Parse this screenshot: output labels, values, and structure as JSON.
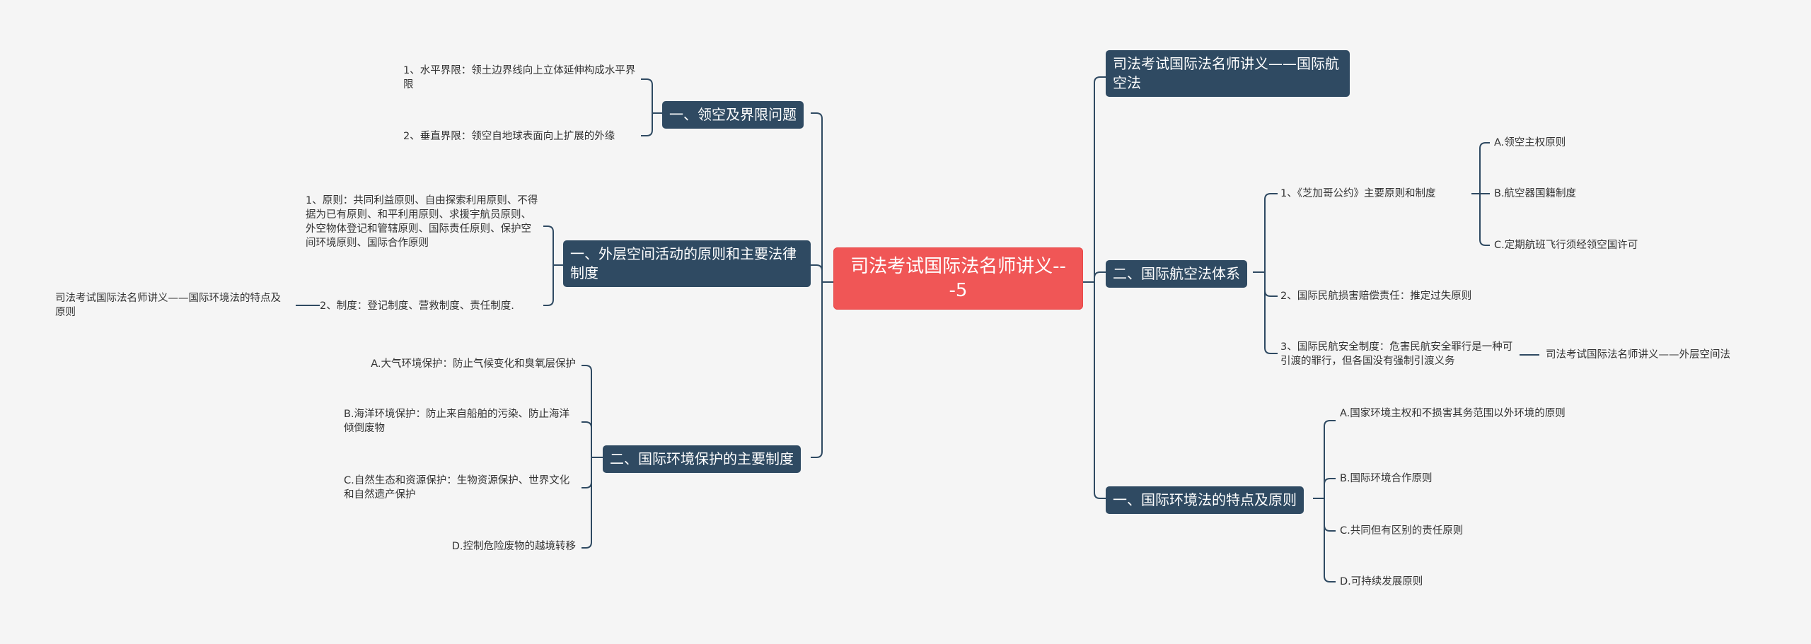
{
  "root": {
    "label": "司法考试国际法名师讲义---5"
  },
  "left": [
    {
      "label": "一、领空及界限问题",
      "children": [
        {
          "label": "1、水平界限：领土边界线向上立体延伸构成水平界限"
        },
        {
          "label": "2、垂直界限：领空自地球表面向上扩展的外缘"
        }
      ]
    },
    {
      "label": "一、外层空间活动的原则和主要法律制度",
      "children": [
        {
          "label": "1、原则：共同利益原则、自由探索利用原则、不得据为已有原则、和平利用原则、求援宇航员原则、外空物体登记和管辖原则、国际责任原则、保护空间环境原则、国际合作原则"
        },
        {
          "label": "2、制度：登记制度、营救制度、责任制度.",
          "children": [
            {
              "label": "司法考试国际法名师讲义——国际环境法的特点及原则"
            }
          ]
        }
      ]
    },
    {
      "label": "二、国际环境保护的主要制度",
      "children": [
        {
          "label": "A.大气环境保护：防止气候变化和臭氧层保护"
        },
        {
          "label": "B.海洋环境保护：防止来自船舶的污染、防止海洋倾倒废物"
        },
        {
          "label": "C.自然生态和资源保护：生物资源保护、世界文化和自然遗产保护"
        },
        {
          "label": "D.控制危险废物的越境转移"
        }
      ]
    }
  ],
  "right": [
    {
      "label": "司法考试国际法名师讲义——国际航空法"
    },
    {
      "label": "二、国际航空法体系",
      "children": [
        {
          "label": "1、《芝加哥公约》主要原则和制度",
          "children": [
            {
              "label": "A.领空主权原则"
            },
            {
              "label": "B.航空器国籍制度"
            },
            {
              "label": "C.定期航班飞行须经领空国许可"
            }
          ]
        },
        {
          "label": "2、国际民航损害赔偿责任：推定过失原则"
        },
        {
          "label": "3、国际民航安全制度：危害民航安全罪行是一种可引渡的罪行，但各国没有强制引渡义务",
          "children": [
            {
              "label": "司法考试国际法名师讲义——外层空间法"
            }
          ]
        }
      ]
    },
    {
      "label": "一、国际环境法的特点及原则",
      "children": [
        {
          "label": "A.国家环境主权和不损害其务范围以外环境的原则"
        },
        {
          "label": "B.国际环境合作原则"
        },
        {
          "label": "C.共同但有区别的责任原则"
        },
        {
          "label": "D.可持续发展原则"
        }
      ]
    }
  ],
  "colors": {
    "root": "#f05656",
    "main": "#2f4a62",
    "line": "#2f4a62",
    "text": "#333333",
    "background": "#f5f5f5"
  }
}
